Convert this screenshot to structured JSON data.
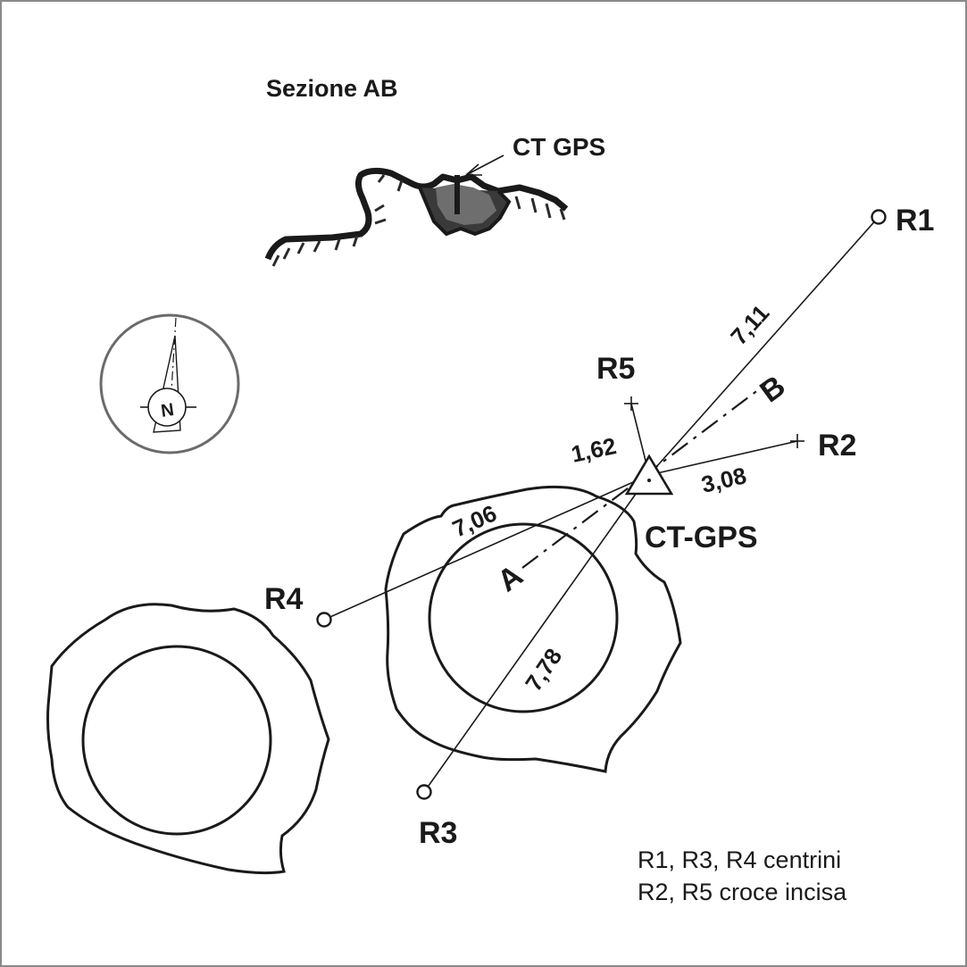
{
  "section": {
    "title": "Sezione AB",
    "ct_label": "CT GPS"
  },
  "compass": {
    "north_letter": "N"
  },
  "points": {
    "r1": "R1",
    "r2": "R2",
    "r3": "R3",
    "r4": "R4",
    "r5": "R5",
    "ct": "CT-GPS",
    "a": "A",
    "b": "B"
  },
  "distances": {
    "r1": "7,11",
    "r2": "3,08",
    "r3": "7,78",
    "r4": "7,06",
    "r5": "1,62"
  },
  "legend": {
    "line1": "R1, R3, R4 centrini",
    "line2": "R2, R5 croce incisa"
  },
  "colors": {
    "ink": "#1a1a1a",
    "compass_ring": "#6b6b6b"
  }
}
